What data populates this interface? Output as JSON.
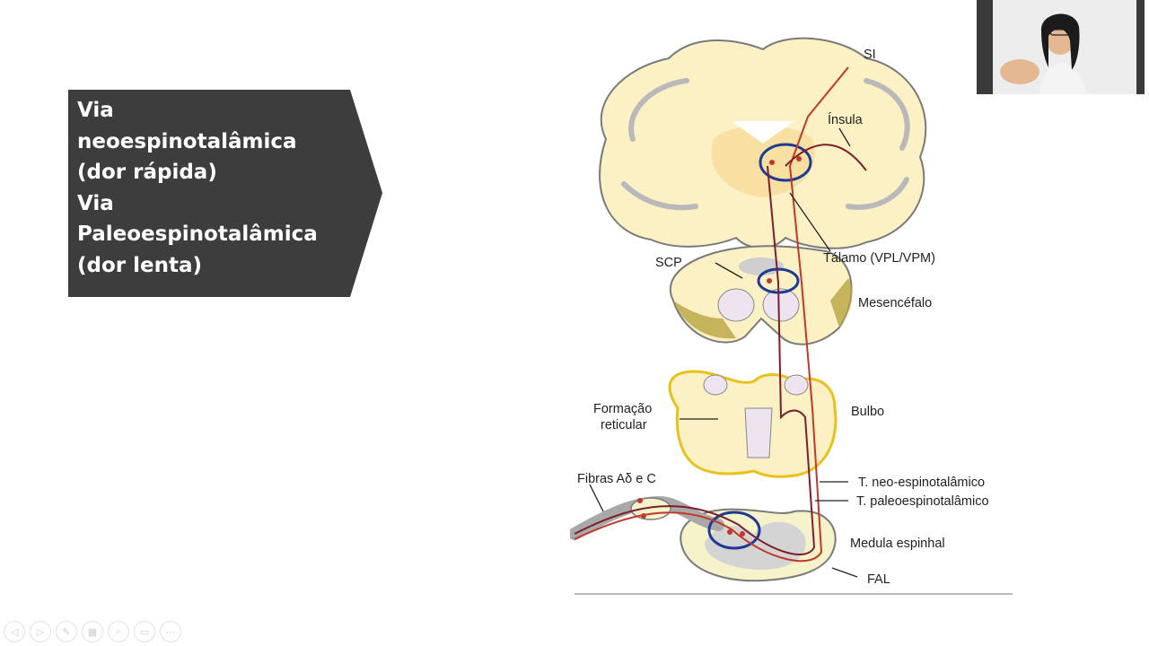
{
  "slide": {
    "title_lines": [
      "Via",
      "neoespinotalâmica",
      "(dor rápida)",
      "Via",
      "Paleoespinotalâmica",
      "(dor lenta)"
    ]
  },
  "diagram": {
    "labels": {
      "si": "SI",
      "insula": "Ínsula",
      "talamo": "Tálamo (VPL/VPM)",
      "scp": "SCP",
      "mesencefalo": "Mesencéfalo",
      "formacao_1": "Formação",
      "formacao_2": "reticular",
      "bulbo": "Bulbo",
      "fibras": "Fibras Aδ e C",
      "neo": "T. neo-espinotalâmico",
      "paleo": "T. paleoespinotalâmico",
      "medula": "Medula espinhal",
      "fal": "FAL"
    }
  },
  "colors": {
    "slide_box": "#3d3d3d",
    "tissue": "#fbf1c4",
    "tissue_outline": "#7a7a7a",
    "highlight_circle": "#1f3a93",
    "neo_tract": "#c0392b",
    "paleo_tract": "#7a1f2b"
  },
  "controls": {
    "icons": [
      "prev-icon",
      "next-icon",
      "pen-icon",
      "slides-icon",
      "zoom-icon",
      "subtitle-icon",
      "more-icon"
    ],
    "glyphs": [
      "◁",
      "▷",
      "✎",
      "▦",
      "⌕",
      "▭",
      "⋯"
    ]
  }
}
